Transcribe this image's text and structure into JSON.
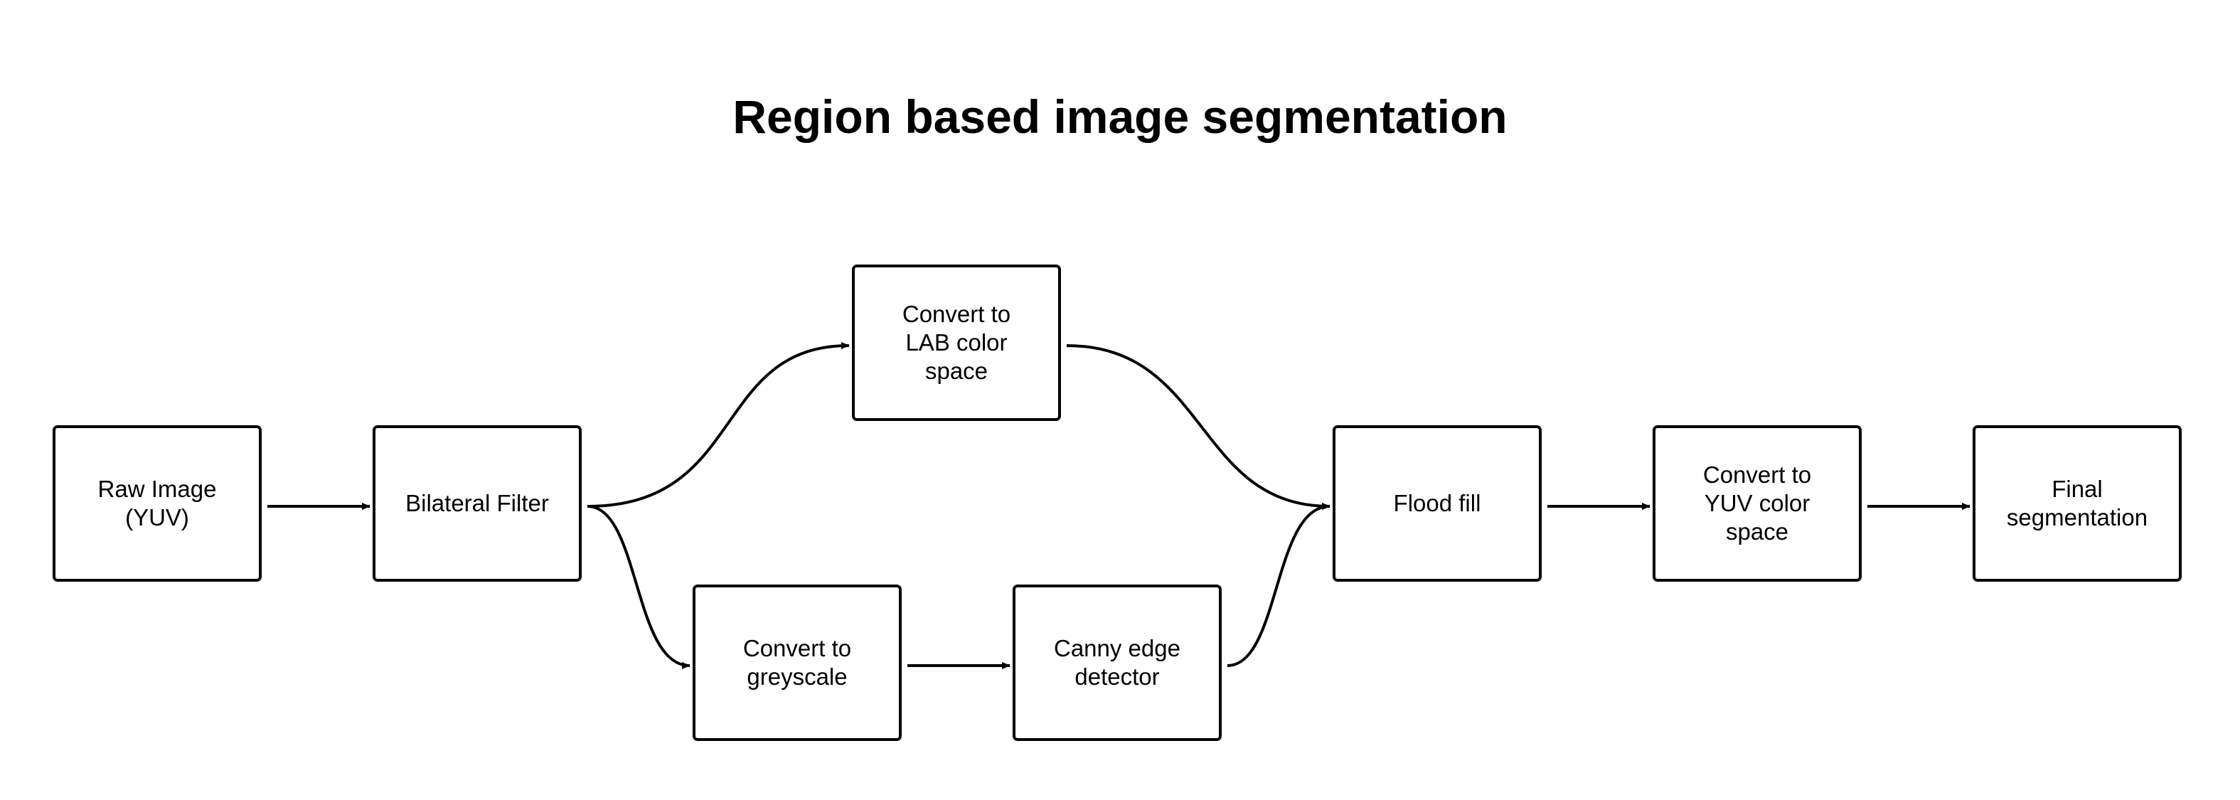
{
  "title": "Region based image segmentation",
  "nodes": {
    "raw_image": "Raw Image\n(YUV)",
    "bilateral_filter": "Bilateral Filter",
    "convert_lab": "Convert to\nLAB color\nspace",
    "convert_greyscale": "Convert to\ngreyscale",
    "canny_edge": "Canny edge\ndetector",
    "flood_fill": "Flood fill",
    "convert_yuv": "Convert to\nYUV color\nspace",
    "final_segmentation": "Final\nsegmentation"
  },
  "edges": [
    {
      "from": "raw_image",
      "to": "bilateral_filter"
    },
    {
      "from": "bilateral_filter",
      "to": "convert_lab"
    },
    {
      "from": "bilateral_filter",
      "to": "convert_greyscale"
    },
    {
      "from": "convert_greyscale",
      "to": "canny_edge"
    },
    {
      "from": "convert_lab",
      "to": "flood_fill"
    },
    {
      "from": "canny_edge",
      "to": "flood_fill"
    },
    {
      "from": "flood_fill",
      "to": "convert_yuv"
    },
    {
      "from": "convert_yuv",
      "to": "final_segmentation"
    }
  ],
  "colors": {
    "stroke": "#000000",
    "background": "#ffffff"
  }
}
